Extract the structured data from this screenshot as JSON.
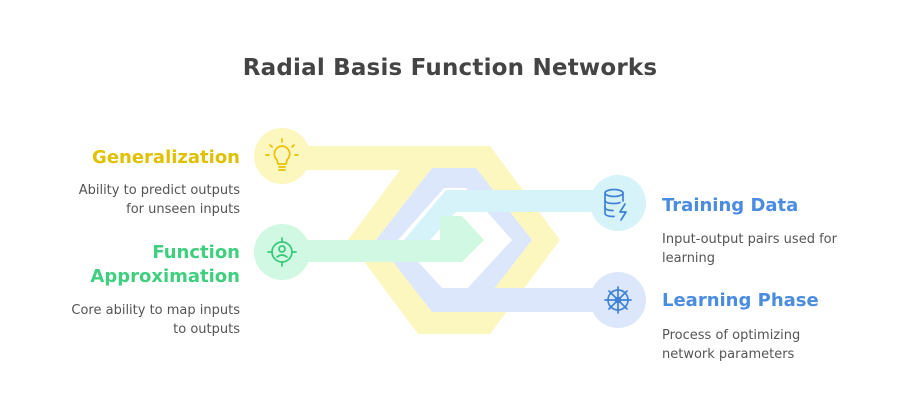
{
  "title": "Radial Basis Function Networks",
  "items": [
    {
      "key": "generalization",
      "label": "Generalization",
      "description_lines": [
        "Ability to predict outputs",
        "for unseen inputs"
      ],
      "color": "#e0c100",
      "icon": "lightbulb-icon"
    },
    {
      "key": "function_approximation",
      "label_lines": [
        "Function",
        "Approximation"
      ],
      "description_lines": [
        "Core ability to map inputs",
        "to outputs"
      ],
      "color": "#3fcf7e",
      "icon": "target-face-icon"
    },
    {
      "key": "training_data",
      "label": "Training Data",
      "description_lines": [
        "Input-output pairs used for",
        "learning"
      ],
      "color": "#4a8ce0",
      "icon": "database-bolt-icon"
    },
    {
      "key": "learning_phase",
      "label": "Learning Phase",
      "description_lines": [
        "Process of optimizing",
        "network parameters"
      ],
      "color": "#4a8ce0",
      "icon": "gear-wheel-icon"
    }
  ],
  "colors": {
    "yellow_band": "#fcf6bf",
    "green_band": "#d0f8e3",
    "cyan_band": "#d6f3fa",
    "blue_band": "#dde7fb",
    "icon_stroke_yellow": "#e8c200",
    "icon_stroke_green": "#36c97a",
    "icon_stroke_blue": "#3f82d6"
  }
}
